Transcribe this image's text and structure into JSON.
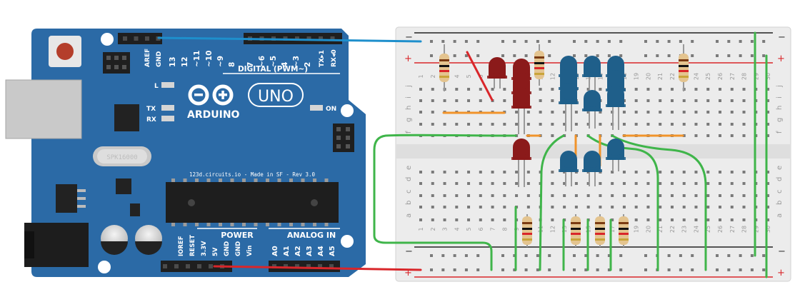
{
  "board": {
    "model": "UNO",
    "brand": "ARDUINO",
    "credit": "123d.circuits.io - Made in SF - Rev 3.0",
    "digital_label": "DIGITAL (PWM~)",
    "power_label": "POWER",
    "analog_label": "ANALOG IN",
    "on_label": "ON",
    "led_l": "L",
    "led_tx": "TX",
    "led_rx": "RX",
    "crystal": "SPK16000",
    "header_digital": [
      "AREF",
      "GND",
      "13",
      "12",
      "~11",
      "~10",
      "~9",
      "8",
      "7",
      "~6",
      "~5",
      "4",
      "~3",
      "2",
      "TX▸1",
      "RX◂0"
    ],
    "header_power": [
      "IOREF",
      "RESET",
      "3.3V",
      "5V",
      "GND",
      "GND",
      "Vin"
    ],
    "header_analog": [
      "A0",
      "A1",
      "A2",
      "A3",
      "A4",
      "A5"
    ]
  },
  "breadboard": {
    "rows_top": [
      "j",
      "i",
      "h",
      "g",
      "f"
    ],
    "rows_bottom": [
      "e",
      "d",
      "c",
      "b",
      "a"
    ],
    "columns": [
      "1",
      "2",
      "3",
      "4",
      "5",
      "6",
      "7",
      "8",
      "9",
      "10",
      "11",
      "12",
      "13",
      "14",
      "15",
      "16",
      "17",
      "18",
      "19",
      "20",
      "21",
      "22",
      "23",
      "24",
      "25",
      "26",
      "27",
      "28",
      "29",
      "30"
    ],
    "rail_minus": "−",
    "rail_plus": "+"
  },
  "colors": {
    "board": "#2b6aa6",
    "wire_blue": "#1e8fcc",
    "wire_red": "#d9262a",
    "wire_green": "#3fb54a",
    "wire_orange": "#f1932a",
    "led_red": "#8b1a1a",
    "led_blue": "#1f5f8a"
  }
}
